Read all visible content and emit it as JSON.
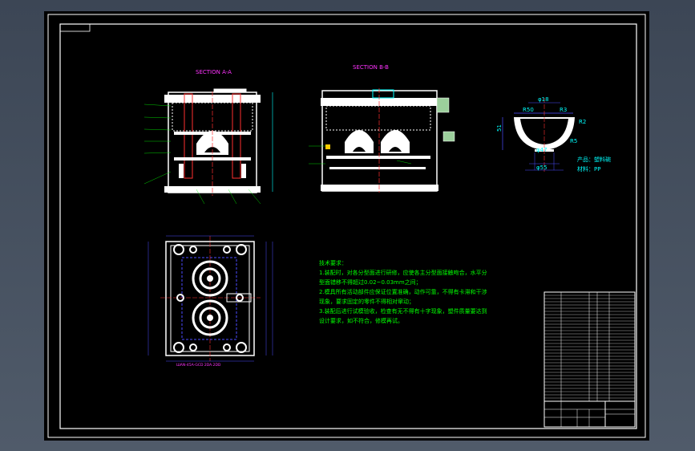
{
  "section_a_title": "SECTION A-A",
  "section_b_title": "SECTION B-B",
  "part_dims": {
    "d18": "φ18",
    "r50": "R50",
    "r3": "R3",
    "r2": "R2",
    "r5": "R5",
    "d47": "φ47",
    "d55": "φ55",
    "h51": "51"
  },
  "product_line": "产品：塑料碗",
  "material_line": "材料：PP",
  "notes": [
    "技术要求：",
    "1.装配时，对各分型面进行研修，应使各主分型面接触吻合，水平分",
    "  型面错移不得超过0.02~0.03mm之间；",
    "2.模具所有活动部件应保证位置准确，动作可靠，不得有卡滞和干涉",
    "  现象，要求固定的零件不得相对窜动；",
    "3.装配后进行试模验收，检查有无不得有十字现象，塑件质量要达到",
    "  设计要求，如不符合，修模再试。"
  ],
  "plan_dim_text": "ШAN-45A-GCD 2DA.2DD",
  "colors": {
    "canvas": "#000000",
    "frame": "#ffffff",
    "outline": "#ffffff",
    "section_title": "#ff33ff",
    "dimension": "#00ffff",
    "part_fill": "#ffffff",
    "leader": "#00ff00",
    "note_text": "#00ff00",
    "blue_dim": "#4d4dff",
    "center_line": "#ff3030"
  }
}
